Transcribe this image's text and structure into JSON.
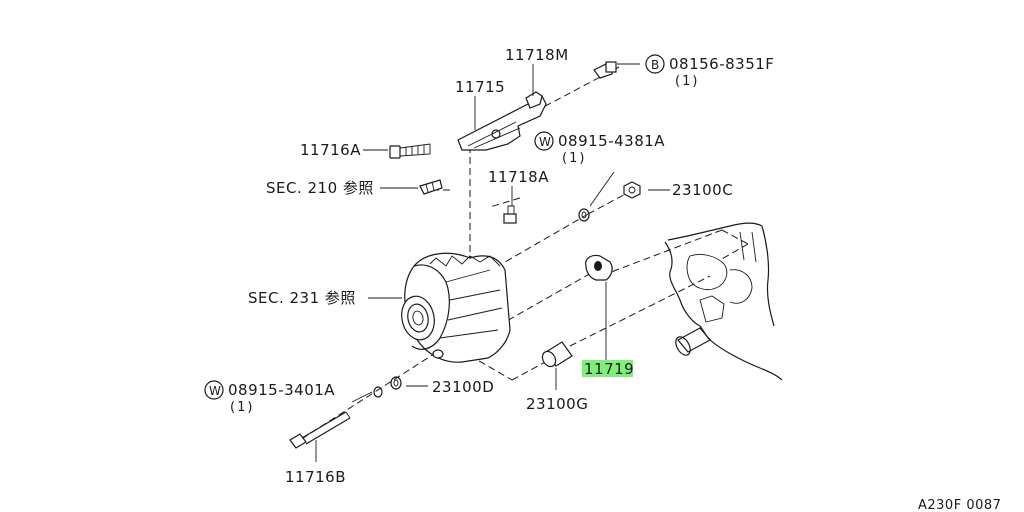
{
  "diagram": {
    "labels": {
      "bracket_upper": "11718M",
      "bracket_main": "11715",
      "bolt_a": "11716A",
      "sec_210": "SEC. 210 参照",
      "stud": "11718A",
      "sec_231": "SEC. 231 参照",
      "bolt_b": "11716B",
      "nut_c": "23100C",
      "washer_d": "23100D",
      "spacer_g": "23100G",
      "bushing": "11719"
    },
    "callouts": {
      "bolt_b_code": {
        "letter": "B",
        "part": "08156-8351F",
        "qty": "(1)"
      },
      "washer_w1": {
        "letter": "W",
        "part": "08915-4381A",
        "qty": "(1)"
      },
      "washer_w2": {
        "letter": "W",
        "part": "08915-3401A",
        "qty": "(1)"
      }
    },
    "highlight": {
      "part": "11719",
      "color": "#7ef07a"
    },
    "ref_code": "A230F 0087"
  }
}
